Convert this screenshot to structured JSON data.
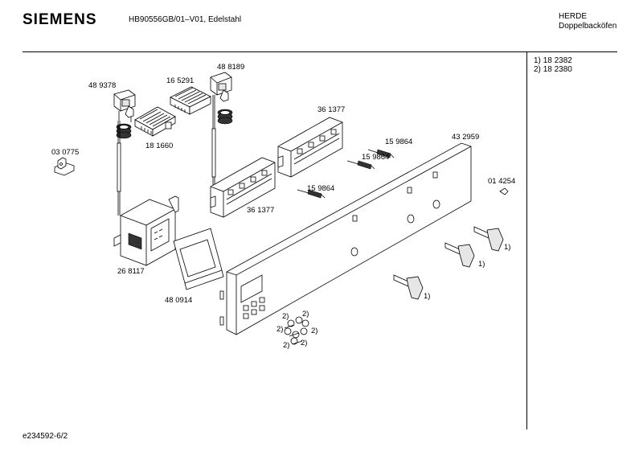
{
  "header": {
    "brand": "SIEMENS",
    "model": "HB90556GB/01–V01, Edelstahl",
    "category_line1": "HERDE",
    "category_line2": "Doppelbacköfen"
  },
  "notes": [
    {
      "marker": "1)",
      "number": "18 2382"
    },
    {
      "marker": "2)",
      "number": "18 2380"
    }
  ],
  "footer": {
    "code": "e234592-6/2"
  },
  "labels": {
    "p489378": "48 9378",
    "p165291": "16 5291",
    "p488189": "48 8189",
    "p181660": "18 1660",
    "p030775": "03 0775",
    "p361377_top": "36 1377",
    "p361377_bottom": "36 1377",
    "p159864_a": "15 9864",
    "p159864_b": "15 9864",
    "p159864_c": "15 9864",
    "p432959": "43 2959",
    "p014254": "01 4254",
    "p268117": "26 8117",
    "p480914": "48 0914"
  },
  "footnote_markers": {
    "knob_a": "1)",
    "knob_b": "1)",
    "knob_c": "1)",
    "btn_1": "2)",
    "btn_2": "2)",
    "btn_3": "2)",
    "btn_4": "2)",
    "btn_5": "2)",
    "btn_6": "2)"
  }
}
